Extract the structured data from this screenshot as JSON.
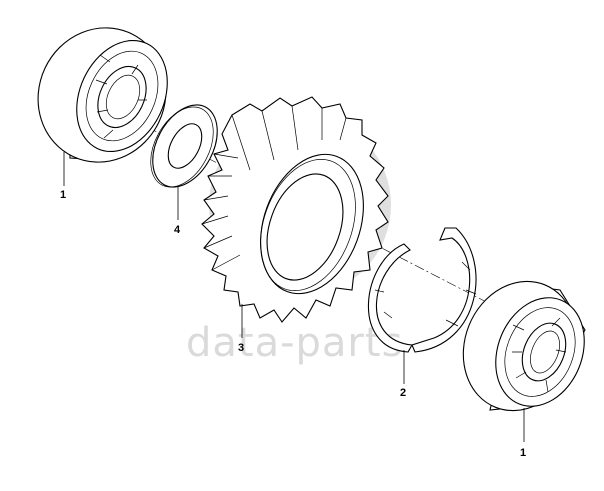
{
  "diagram": {
    "callouts": [
      {
        "id": "bearing-left",
        "label": "1"
      },
      {
        "id": "washer",
        "label": "4"
      },
      {
        "id": "gear",
        "label": "3"
      },
      {
        "id": "snap-ring",
        "label": "2"
      },
      {
        "id": "bearing-right",
        "label": "1"
      }
    ],
    "watermark": {
      "text": "data-parts",
      "logo_icon": "dp-logo-icon",
      "color": "#d7d7d7"
    },
    "colors": {
      "line": "#000000",
      "background": "#ffffff"
    }
  }
}
